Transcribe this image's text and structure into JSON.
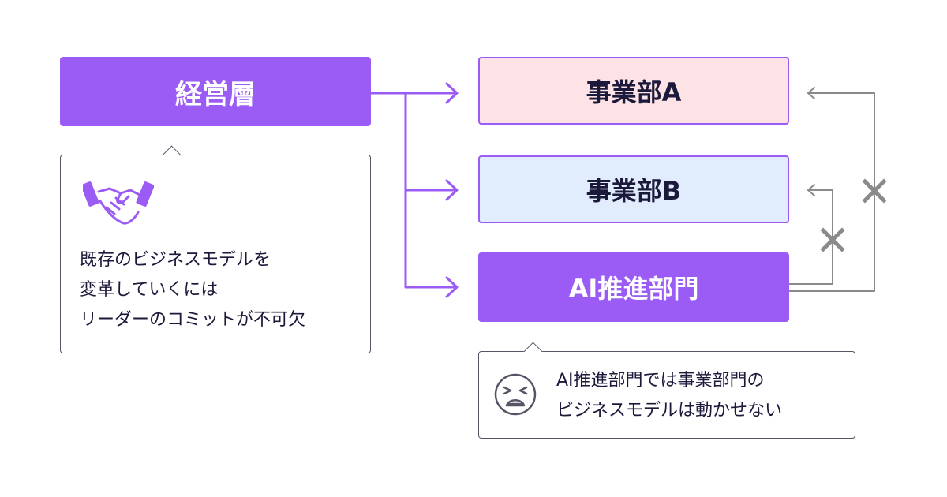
{
  "diagram": {
    "nodes": {
      "executive": "経営層",
      "division_a": "事業部A",
      "division_b": "事業部B",
      "ai_department": "AI推進部門"
    },
    "callouts": {
      "leadership": {
        "icon": "handshake-icon",
        "lines": [
          "既存のビジネスモデルを",
          "変革していくには",
          "リーダーのコミットが不可欠"
        ]
      },
      "ai_limitation": {
        "icon": "distressed-face-icon",
        "lines": [
          "AI推進部門では事業部門の",
          "ビジネスモデルは動かせない"
        ]
      }
    },
    "edges": [
      {
        "from": "executive",
        "to": "division_a",
        "style": "solid"
      },
      {
        "from": "executive",
        "to": "division_b",
        "style": "solid"
      },
      {
        "from": "executive",
        "to": "ai_department",
        "style": "solid"
      },
      {
        "from": "ai_department",
        "to": "division_a",
        "style": "blocked"
      },
      {
        "from": "ai_department",
        "to": "division_b",
        "style": "blocked"
      }
    ],
    "colors": {
      "purple": "#9b5cf6",
      "division_a_fill": "#fde3e6",
      "division_b_fill": "#e1ecfd",
      "blocked_gray": "#8a8a8a",
      "text_dark": "#1c1a3a"
    }
  }
}
